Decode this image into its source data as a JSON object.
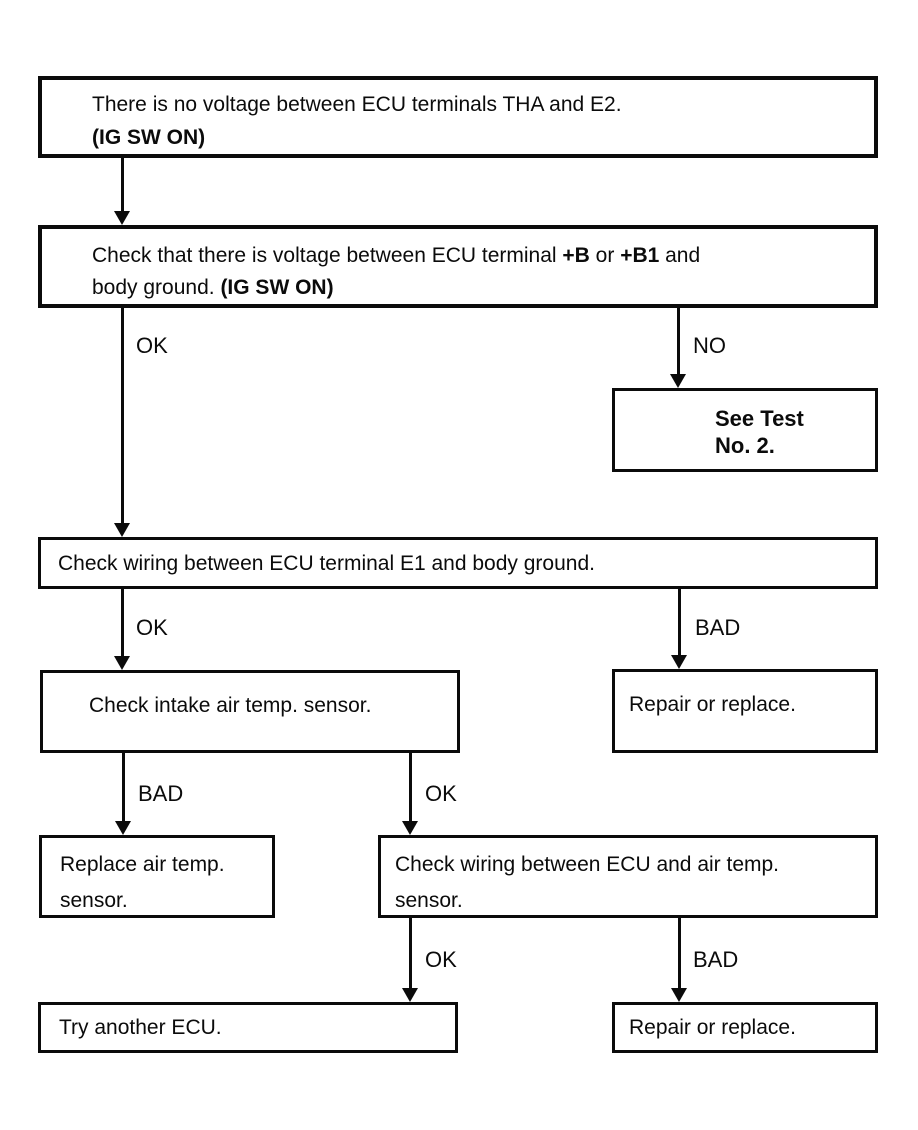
{
  "page": {
    "background": "#ffffff",
    "ink": "#0b0b0b"
  },
  "flowchart": {
    "boxes": {
      "problem": {
        "line1": "There is no voltage between ECU terminals THA and E2.",
        "line2": "(IG SW ON)"
      },
      "check_voltage": {
        "line1_pre": "Check that there is voltage between ECU terminal ",
        "line1_bold1": "+B",
        "line1_mid": " or ",
        "line1_bold2": "+B1",
        "line1_post": " and",
        "line2_pre": "body ground. ",
        "line2_bold": "(IG SW ON)"
      },
      "see_test": {
        "line1": "See Test",
        "line2": "No. 2."
      },
      "check_wiring_e1": {
        "text": "Check wiring between ECU terminal E1 and body ground."
      },
      "check_intake_sensor": {
        "text": "Check intake air temp. sensor."
      },
      "repair_replace_mid": {
        "text": "Repair or replace."
      },
      "replace_sensor": {
        "line1": "Replace air temp.",
        "line2": "sensor."
      },
      "check_wiring_sensor": {
        "line1": "Check wiring between ECU and air temp.",
        "line2": "sensor."
      },
      "try_another_ecu": {
        "text": "Try another ECU."
      },
      "repair_replace_bottom": {
        "text": "Repair or replace."
      }
    },
    "edge_labels": {
      "ok_to_e1": "OK",
      "no_to_see_test": "NO",
      "ok_to_intake": "OK",
      "bad_to_repair_mid": "BAD",
      "bad_to_replace": "BAD",
      "ok_to_wiring": "OK",
      "ok_to_try_ecu": "OK",
      "bad_to_repair_bottom": "BAD"
    }
  }
}
